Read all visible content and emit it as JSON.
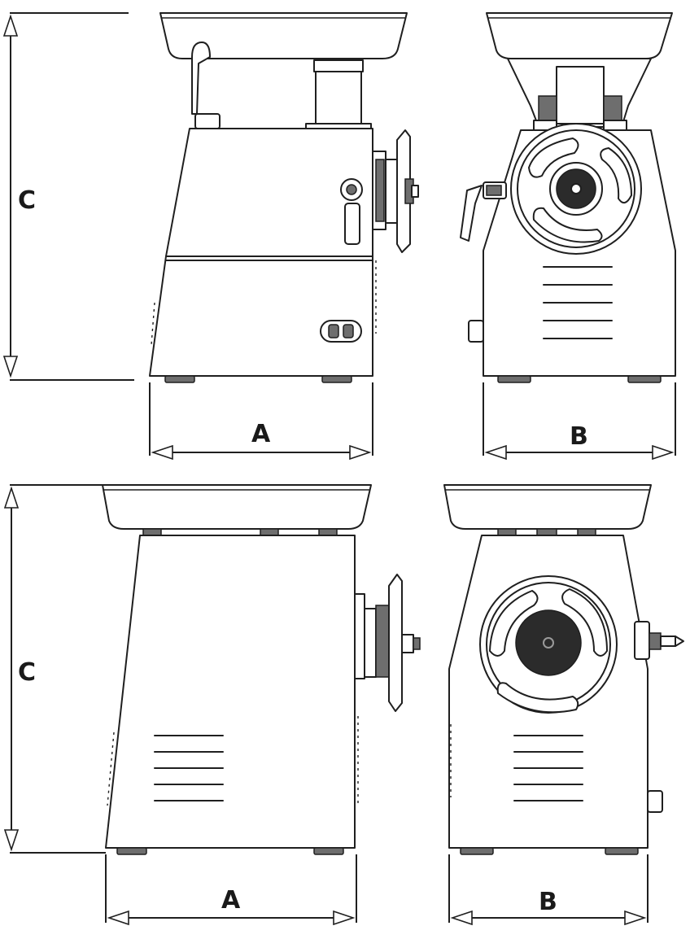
{
  "dimension_labels": {
    "depth": "A",
    "width": "B",
    "height": "C"
  },
  "views": [
    {
      "id": "top-left",
      "view": "side",
      "labels": [
        "C",
        "A"
      ]
    },
    {
      "id": "top-right",
      "view": "front",
      "labels": [
        "B"
      ]
    },
    {
      "id": "bottom-left",
      "view": "side",
      "labels": [
        "C",
        "A"
      ]
    },
    {
      "id": "bottom-right",
      "view": "front",
      "labels": [
        "B"
      ]
    }
  ]
}
